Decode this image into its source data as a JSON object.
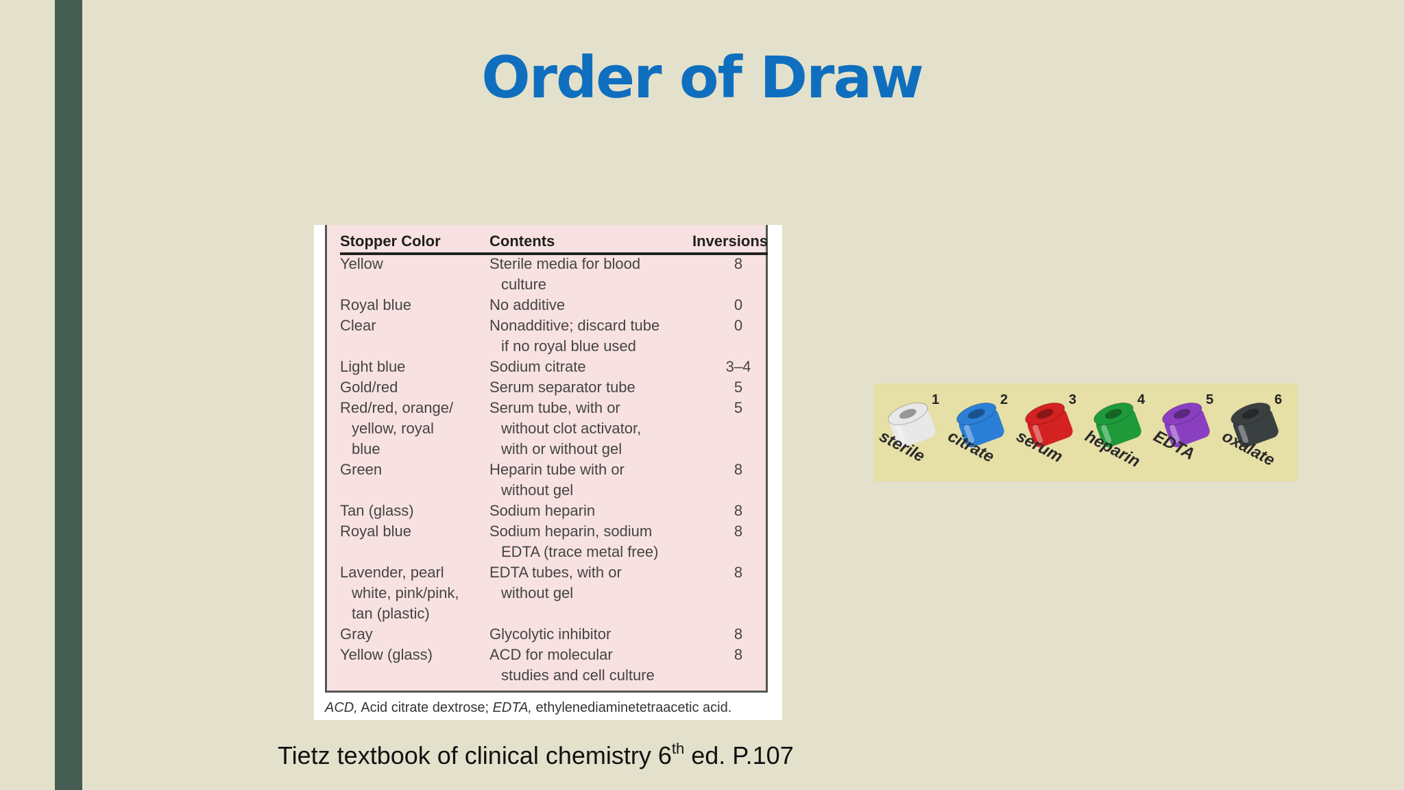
{
  "slide": {
    "title": "Order of Draw",
    "caption": {
      "prefix": "Tietz textbook of clinical chemistry 6",
      "superscript": "th",
      "suffix": " ed. P.107"
    }
  },
  "table": {
    "headers": [
      "Stopper Color",
      "Contents",
      "Inversions"
    ],
    "rows": [
      {
        "color": [
          "Yellow"
        ],
        "contents": [
          "Sterile media for blood",
          "culture"
        ],
        "inversions": "8"
      },
      {
        "color": [
          "Royal blue"
        ],
        "contents": [
          "No additive"
        ],
        "inversions": "0"
      },
      {
        "color": [
          "Clear"
        ],
        "contents": [
          "Nonadditive; discard tube",
          "if no royal blue used"
        ],
        "inversions": "0"
      },
      {
        "color": [
          "Light blue"
        ],
        "contents": [
          "Sodium citrate"
        ],
        "inversions": "3–4"
      },
      {
        "color": [
          "Gold/red"
        ],
        "contents": [
          "Serum separator tube"
        ],
        "inversions": "5"
      },
      {
        "color": [
          "Red/red, orange/",
          "yellow, royal",
          "blue"
        ],
        "contents": [
          "Serum tube, with or",
          "without clot activator,",
          "with or without gel"
        ],
        "inversions": "5"
      },
      {
        "color": [
          "Green"
        ],
        "contents": [
          "Heparin tube with or",
          "without gel"
        ],
        "inversions": "8"
      },
      {
        "color": [
          "Tan (glass)"
        ],
        "contents": [
          "Sodium heparin"
        ],
        "inversions": "8"
      },
      {
        "color": [
          "Royal blue"
        ],
        "contents": [
          "Sodium heparin, sodium",
          "EDTA (trace metal free)"
        ],
        "inversions": "8"
      },
      {
        "color": [
          "Lavender, pearl",
          "white, pink/pink,",
          "tan (plastic)"
        ],
        "contents": [
          "EDTA tubes, with or",
          "without gel"
        ],
        "inversions": "8"
      },
      {
        "color": [
          "Gray"
        ],
        "contents": [
          "Glycolytic inhibitor"
        ],
        "inversions": "8"
      },
      {
        "color": [
          "Yellow (glass)"
        ],
        "contents": [
          "ACD for molecular",
          "studies and cell culture"
        ],
        "inversions": "8"
      }
    ],
    "footnote": {
      "abbr1": "ACD,",
      "def1": " Acid citrate dextrose; ",
      "abbr2": "EDTA,",
      "def2": " ethylenediaminetetraacetic acid."
    }
  },
  "tubes": [
    {
      "number": "1",
      "label": "sterile",
      "color": "#e8e8e8"
    },
    {
      "number": "2",
      "label": "citrate",
      "color": "#2b7fd6"
    },
    {
      "number": "3",
      "label": "serum",
      "color": "#d42222"
    },
    {
      "number": "4",
      "label": "heparin",
      "color": "#1f9a3a"
    },
    {
      "number": "5",
      "label": "EDTA",
      "color": "#8a3fc0"
    },
    {
      "number": "6",
      "label": "oxalate",
      "color": "#3a3f3f"
    }
  ],
  "colors": {
    "background": "#e3e1cb",
    "side_bar": "#455c52",
    "title": "#0f6fbe",
    "table_panel": "#f8e2e1"
  }
}
